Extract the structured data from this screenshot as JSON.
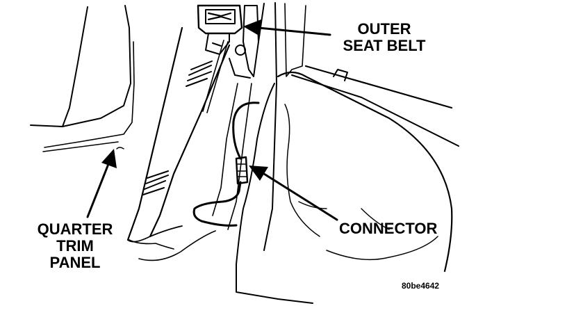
{
  "labels": {
    "outer_seat_belt": [
      "OUTER",
      "SEAT BELT"
    ],
    "connector": "CONNECTOR",
    "quarter_trim_panel": [
      "QUARTER",
      "TRIM",
      "PANEL"
    ],
    "figure_code": "80be4642"
  },
  "colors": {
    "ink": "#000000",
    "paper": "#ffffff"
  }
}
